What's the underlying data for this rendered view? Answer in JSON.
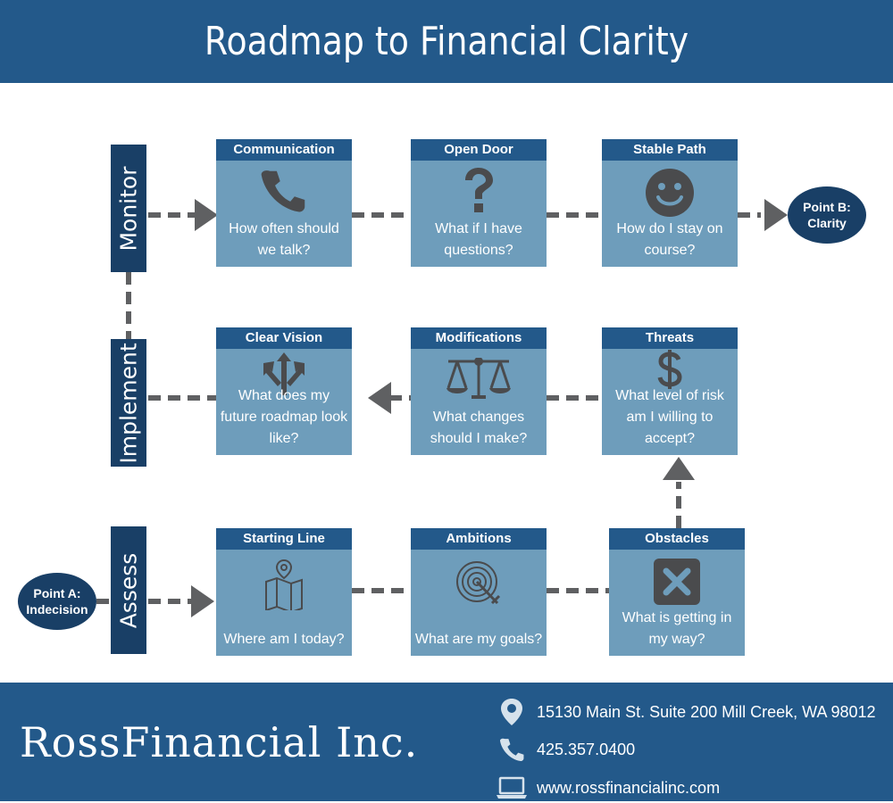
{
  "header": {
    "title": "Roadmap to Financial Clarity"
  },
  "stages": {
    "monitor": "Monitor",
    "implement": "Implement",
    "assess": "Assess"
  },
  "points": {
    "a": {
      "line1": "Point A:",
      "line2": "Indecision"
    },
    "b": {
      "line1": "Point B:",
      "line2": "Clarity"
    }
  },
  "cards": {
    "communication": {
      "title": "Communication",
      "question": "How often should we talk?",
      "icon": "phone-icon"
    },
    "open_door": {
      "title": "Open Door",
      "question": "What if I have questions?",
      "icon": "question-mark-icon"
    },
    "stable_path": {
      "title": "Stable Path",
      "question": "How do I stay on course?",
      "icon": "smiley-icon"
    },
    "clear_vision": {
      "title": "Clear Vision",
      "question": "What does my future roadmap look like?",
      "icon": "direction-arrows-icon"
    },
    "modifications": {
      "title": "Modifications",
      "question": "What changes should I make?",
      "icon": "scales-icon"
    },
    "threats": {
      "title": "Threats",
      "question": "What level of risk am I willing to accept?",
      "icon": "dollar-icon"
    },
    "starting_line": {
      "title": "Starting Line",
      "question": "Where am I today?",
      "icon": "map-pin-icon"
    },
    "ambitions": {
      "title": "Ambitions",
      "question": "What are my goals?",
      "icon": "target-icon"
    },
    "obstacles": {
      "title": "Obstacles",
      "question": "What is getting in my way?",
      "icon": "x-box-icon"
    }
  },
  "footer": {
    "brand": "RossFinancial Inc.",
    "address": "15130 Main St. Suite 200 Mill Creek, WA 98012",
    "phone": "425.357.0400",
    "website": "www.rossfinancialinc.com"
  },
  "colors": {
    "header": "#23598a",
    "dark_navy": "#193f66",
    "card": "#6e9dbb",
    "arrow": "#5f6062"
  }
}
